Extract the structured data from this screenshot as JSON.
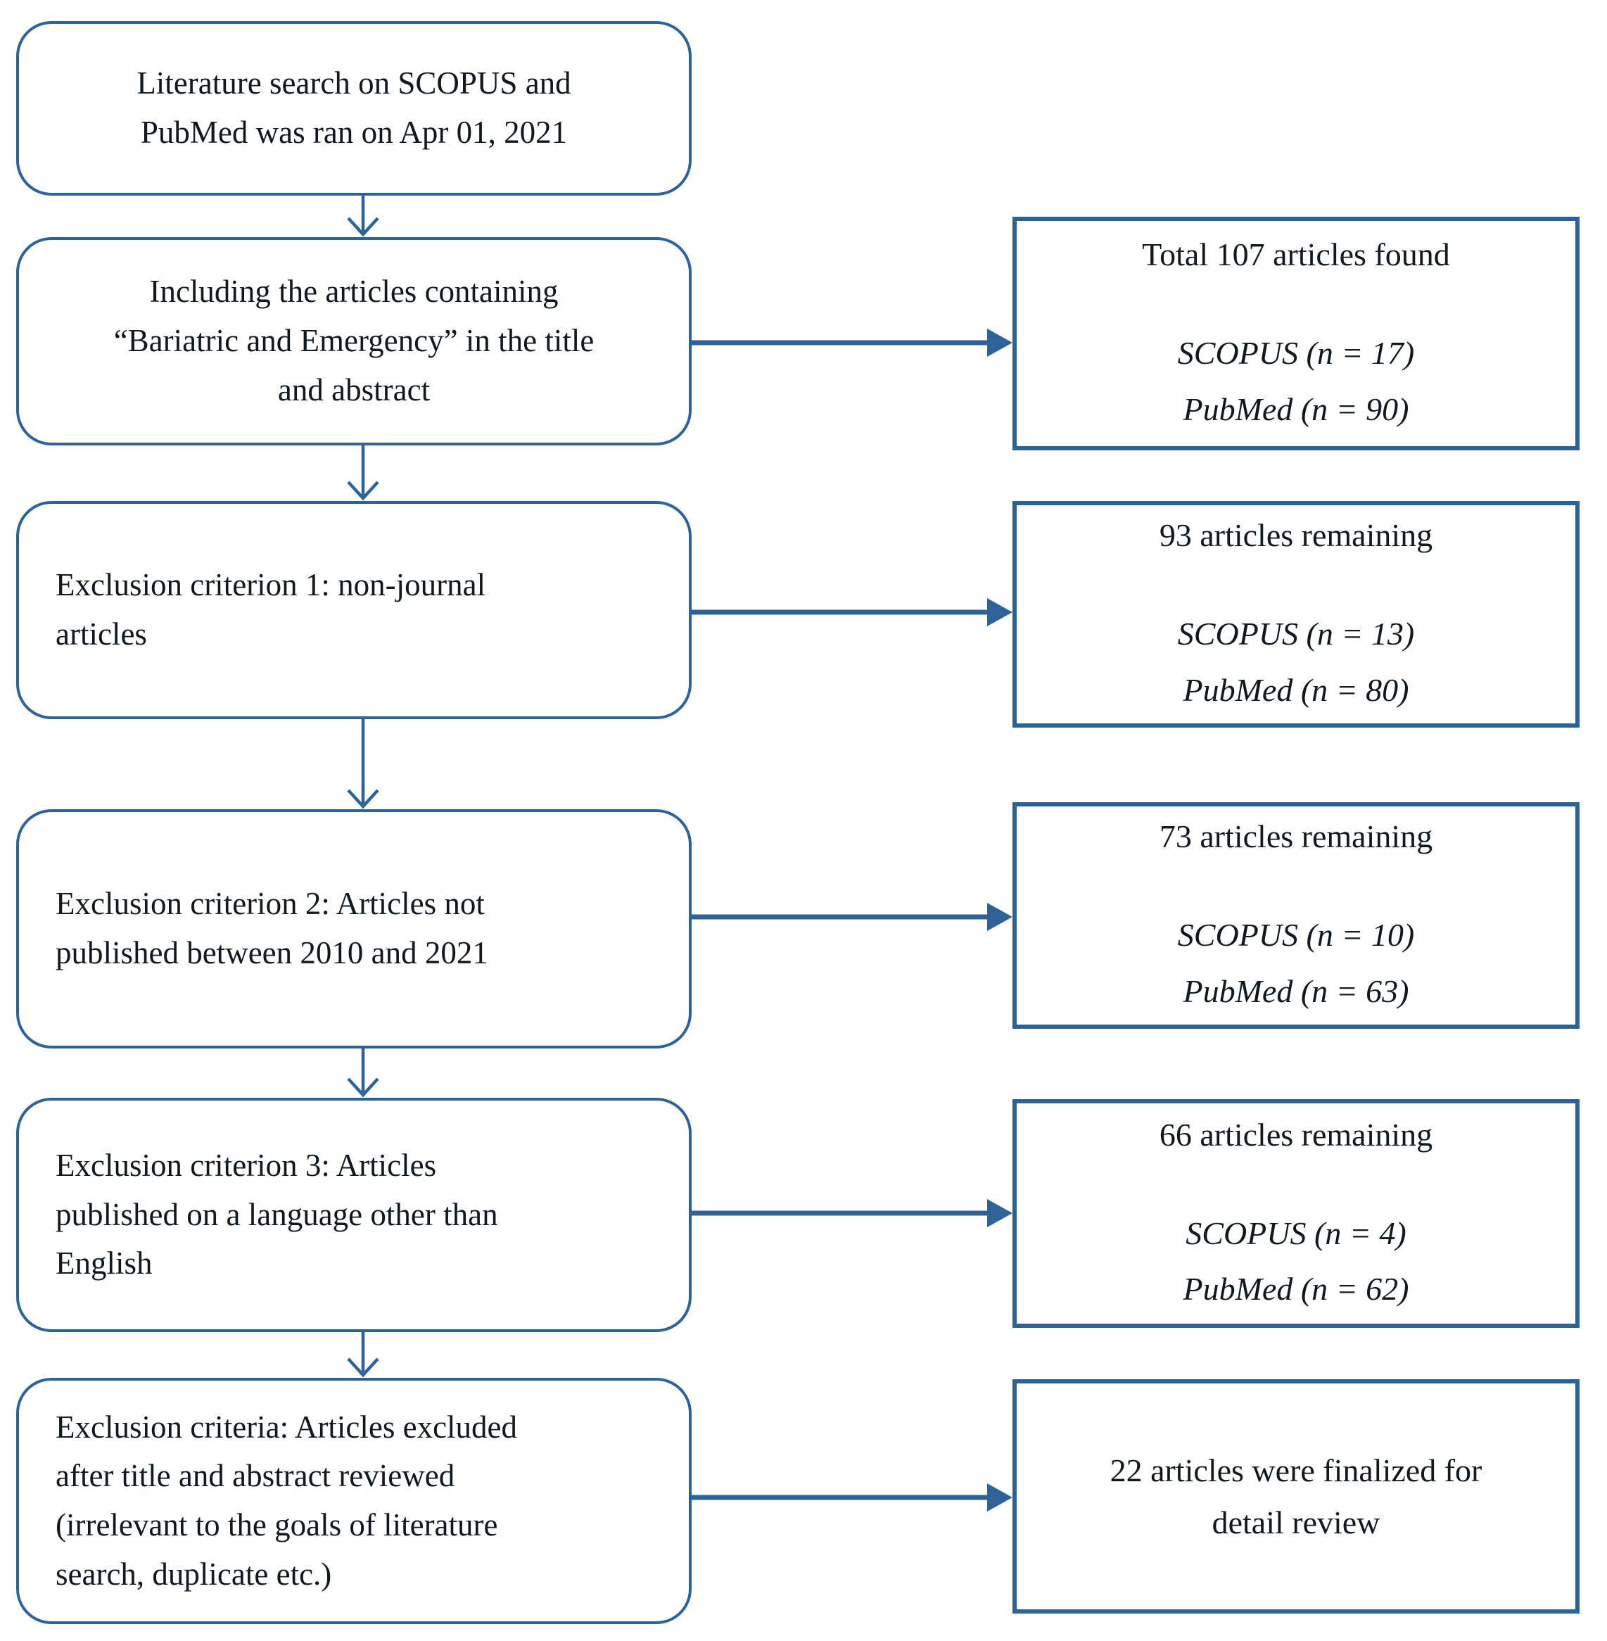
{
  "figure": {
    "type": "flowchart",
    "colors": {
      "line": "#2f6398",
      "text": "#101820",
      "background": "#ffffff"
    },
    "left_boxes": [
      {
        "text": "Literature search on SCOPUS and\nPubMed was ran on Apr 01, 2021"
      },
      {
        "text": "Including the articles containing\n“Bariatric and Emergency” in the title\nand abstract"
      },
      {
        "text": "Exclusion criterion 1: non-journal\narticles"
      },
      {
        "text": "Exclusion criterion 2: Articles not\npublished between 2010 and 2021"
      },
      {
        "text": "Exclusion criterion 3: Articles\npublished on a language other than\nEnglish"
      },
      {
        "text": "Exclusion criteria: Articles excluded\nafter title and abstract reviewed\n(irrelevant to the goals of literature\nsearch, duplicate etc.)"
      }
    ],
    "right_boxes": [
      {
        "title": "Total 107 articles found",
        "stats": "SCOPUS (n = 17)\nPubMed (n = 90)"
      },
      {
        "title": "93 articles remaining",
        "stats": "SCOPUS (n = 13)\nPubMed (n = 80)"
      },
      {
        "title": "73 articles remaining",
        "stats": "SCOPUS (n = 10)\nPubMed (n = 63)"
      },
      {
        "title": "66 articles remaining",
        "stats": "SCOPUS (n = 4)\nPubMed (n = 62)"
      },
      {
        "title": "22 articles were finalized for\ndetail review",
        "stats": ""
      }
    ]
  }
}
